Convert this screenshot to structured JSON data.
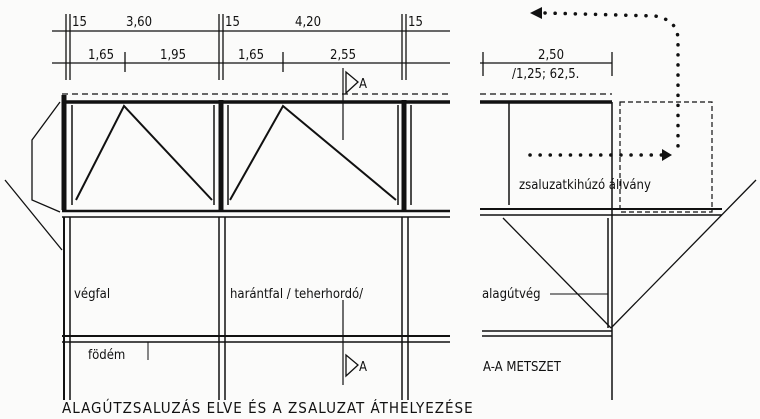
{
  "dimensions": {
    "top_row": [
      "15",
      "3,60",
      "15",
      "4,20",
      "15"
    ],
    "second_row": [
      "1,65",
      "1,95",
      "1,65",
      "2,55"
    ],
    "section_width": "2,50",
    "section_sub": "/1,25; 62,5."
  },
  "section_markers": [
    "A",
    "A"
  ],
  "labels": {
    "end_wall": "végfal",
    "cross_wall": "harántfal / teherhordó/",
    "slab": "födém",
    "scaffold": "zsaluzatkihúzó állvány",
    "tunnel_end": "alagútvég",
    "section_title": "A-A  METSZET"
  },
  "caption": "ALAGÚTZSALUZÁS ELVE ÉS A ZSALUZAT ÁTHELYEZÉSE"
}
